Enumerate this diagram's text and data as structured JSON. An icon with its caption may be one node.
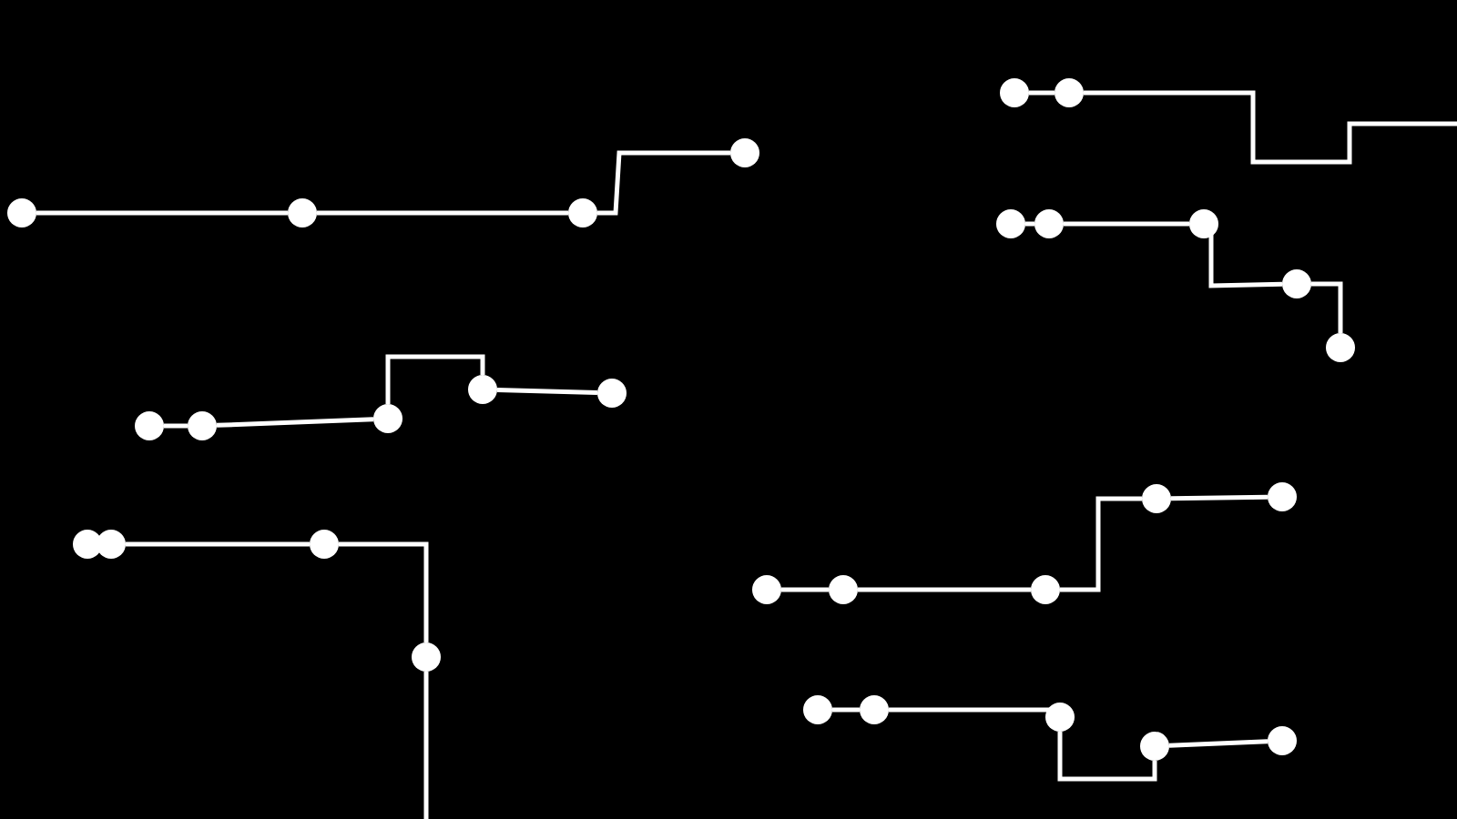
{
  "diagram": {
    "nodes": [
      {
        "text": [],
        "shape": "circle"
      },
      {
        "text": [],
        "shape": "circle"
      },
      {
        "text": [],
        "shape": "circle"
      },
      {
        "text": [],
        "shape": "circle"
      },
      {
        "text": [],
        "shape": "circle"
      },
      {
        "text": [],
        "shape": "circle"
      },
      {
        "text": [],
        "shape": "circle"
      },
      {
        "text": [],
        "shape": "circle"
      },
      {
        "text": [],
        "shape": "circle"
      },
      {
        "text": [],
        "shape": "circle"
      },
      {
        "text": [],
        "shape": "circle"
      },
      {
        "text": [],
        "shape": "circle"
      },
      {
        "text": [],
        "shape": "circle"
      },
      {
        "text": [],
        "shape": "circle"
      },
      {
        "text": [],
        "shape": "circle"
      },
      {
        "text": [],
        "shape": "circle"
      },
      {
        "text": [],
        "shape": "circle"
      },
      {
        "text": [],
        "shape": "circle"
      },
      {
        "text": [],
        "shape": "circle"
      },
      {
        "text": [],
        "shape": "circle"
      },
      {
        "text": [],
        "shape": "circle"
      },
      {
        "text": [],
        "shape": "circle"
      },
      {
        "text": [],
        "shape": "circle"
      },
      {
        "text": [],
        "shape": "circle"
      },
      {
        "text": [],
        "shape": "circle"
      },
      {
        "text": [],
        "shape": "circle"
      },
      {
        "text": [],
        "shape": "circle"
      },
      {
        "text": [],
        "shape": "circle"
      },
      {
        "text": [],
        "shape": "circle"
      },
      {
        "text": [],
        "shape": "circle"
      }
    ],
    "edges": [
      {
        "from": 0,
        "to": 1,
        "arrow": "none"
      },
      {
        "from": 1,
        "to": 2,
        "arrow": "none"
      },
      {
        "from": 2,
        "to": 3,
        "arrow": "none"
      },
      {
        "from": 4,
        "to": 5,
        "arrow": "none"
      },
      {
        "from": 5,
        "to": null,
        "arrow": "none"
      },
      {
        "from": 6,
        "to": 7,
        "arrow": "none"
      },
      {
        "from": 7,
        "to": 8,
        "arrow": "none"
      },
      {
        "from": 8,
        "to": 9,
        "arrow": "none"
      },
      {
        "from": 9,
        "to": 10,
        "arrow": "none"
      },
      {
        "from": 11,
        "to": 12,
        "arrow": "none"
      },
      {
        "from": 12,
        "to": 13,
        "arrow": "none"
      },
      {
        "from": 13,
        "to": 14,
        "arrow": "none"
      },
      {
        "from": 14,
        "to": 15,
        "arrow": "none"
      },
      {
        "from": 17,
        "to": 18,
        "arrow": "none"
      },
      {
        "from": 18,
        "to": 19,
        "arrow": "none"
      },
      {
        "from": 19,
        "to": null,
        "arrow": "none"
      },
      {
        "from": 20,
        "to": 21,
        "arrow": "none"
      },
      {
        "from": 21,
        "to": 22,
        "arrow": "none"
      },
      {
        "from": 22,
        "to": 23,
        "arrow": "none"
      },
      {
        "from": 23,
        "to": 24,
        "arrow": "none"
      },
      {
        "from": 25,
        "to": 26,
        "arrow": "none"
      },
      {
        "from": 26,
        "to": 27,
        "arrow": "none"
      },
      {
        "from": 27,
        "to": 28,
        "arrow": "none"
      },
      {
        "from": 28,
        "to": 29,
        "arrow": "none"
      }
    ]
  }
}
